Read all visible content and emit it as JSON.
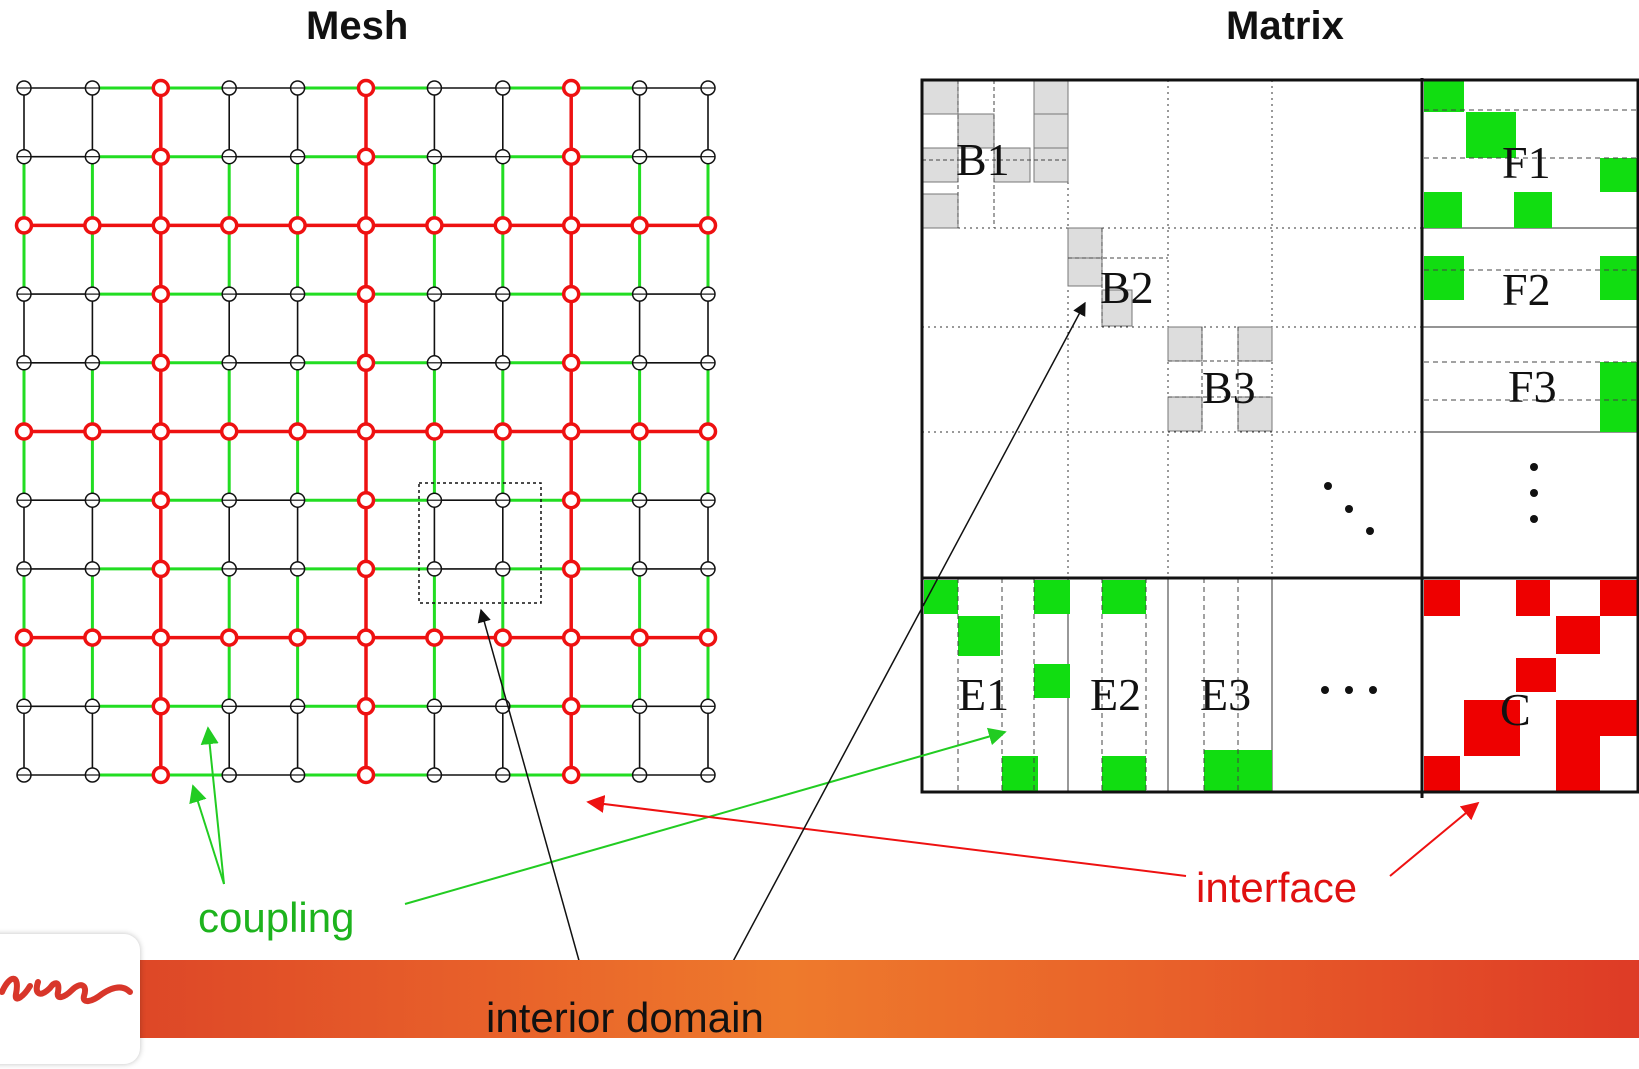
{
  "titles": {
    "mesh": "Mesh",
    "matrix": "Matrix"
  },
  "labels": {
    "coupling": "coupling",
    "interface": "interface",
    "interior": "interior domain"
  },
  "blocks": {
    "diagonal": [
      "B1",
      "B2",
      "B3"
    ],
    "right": [
      "F1",
      "F2",
      "F3"
    ],
    "bottom": [
      "E1",
      "E2",
      "E3"
    ],
    "corner": "C"
  },
  "colors": {
    "interface": "#ee1111",
    "coupling": "#22dd22",
    "interior": "#111111",
    "block_fill": "#dddddd",
    "coupling_fill": "#11dd11",
    "interface_fill": "#ee0000"
  }
}
